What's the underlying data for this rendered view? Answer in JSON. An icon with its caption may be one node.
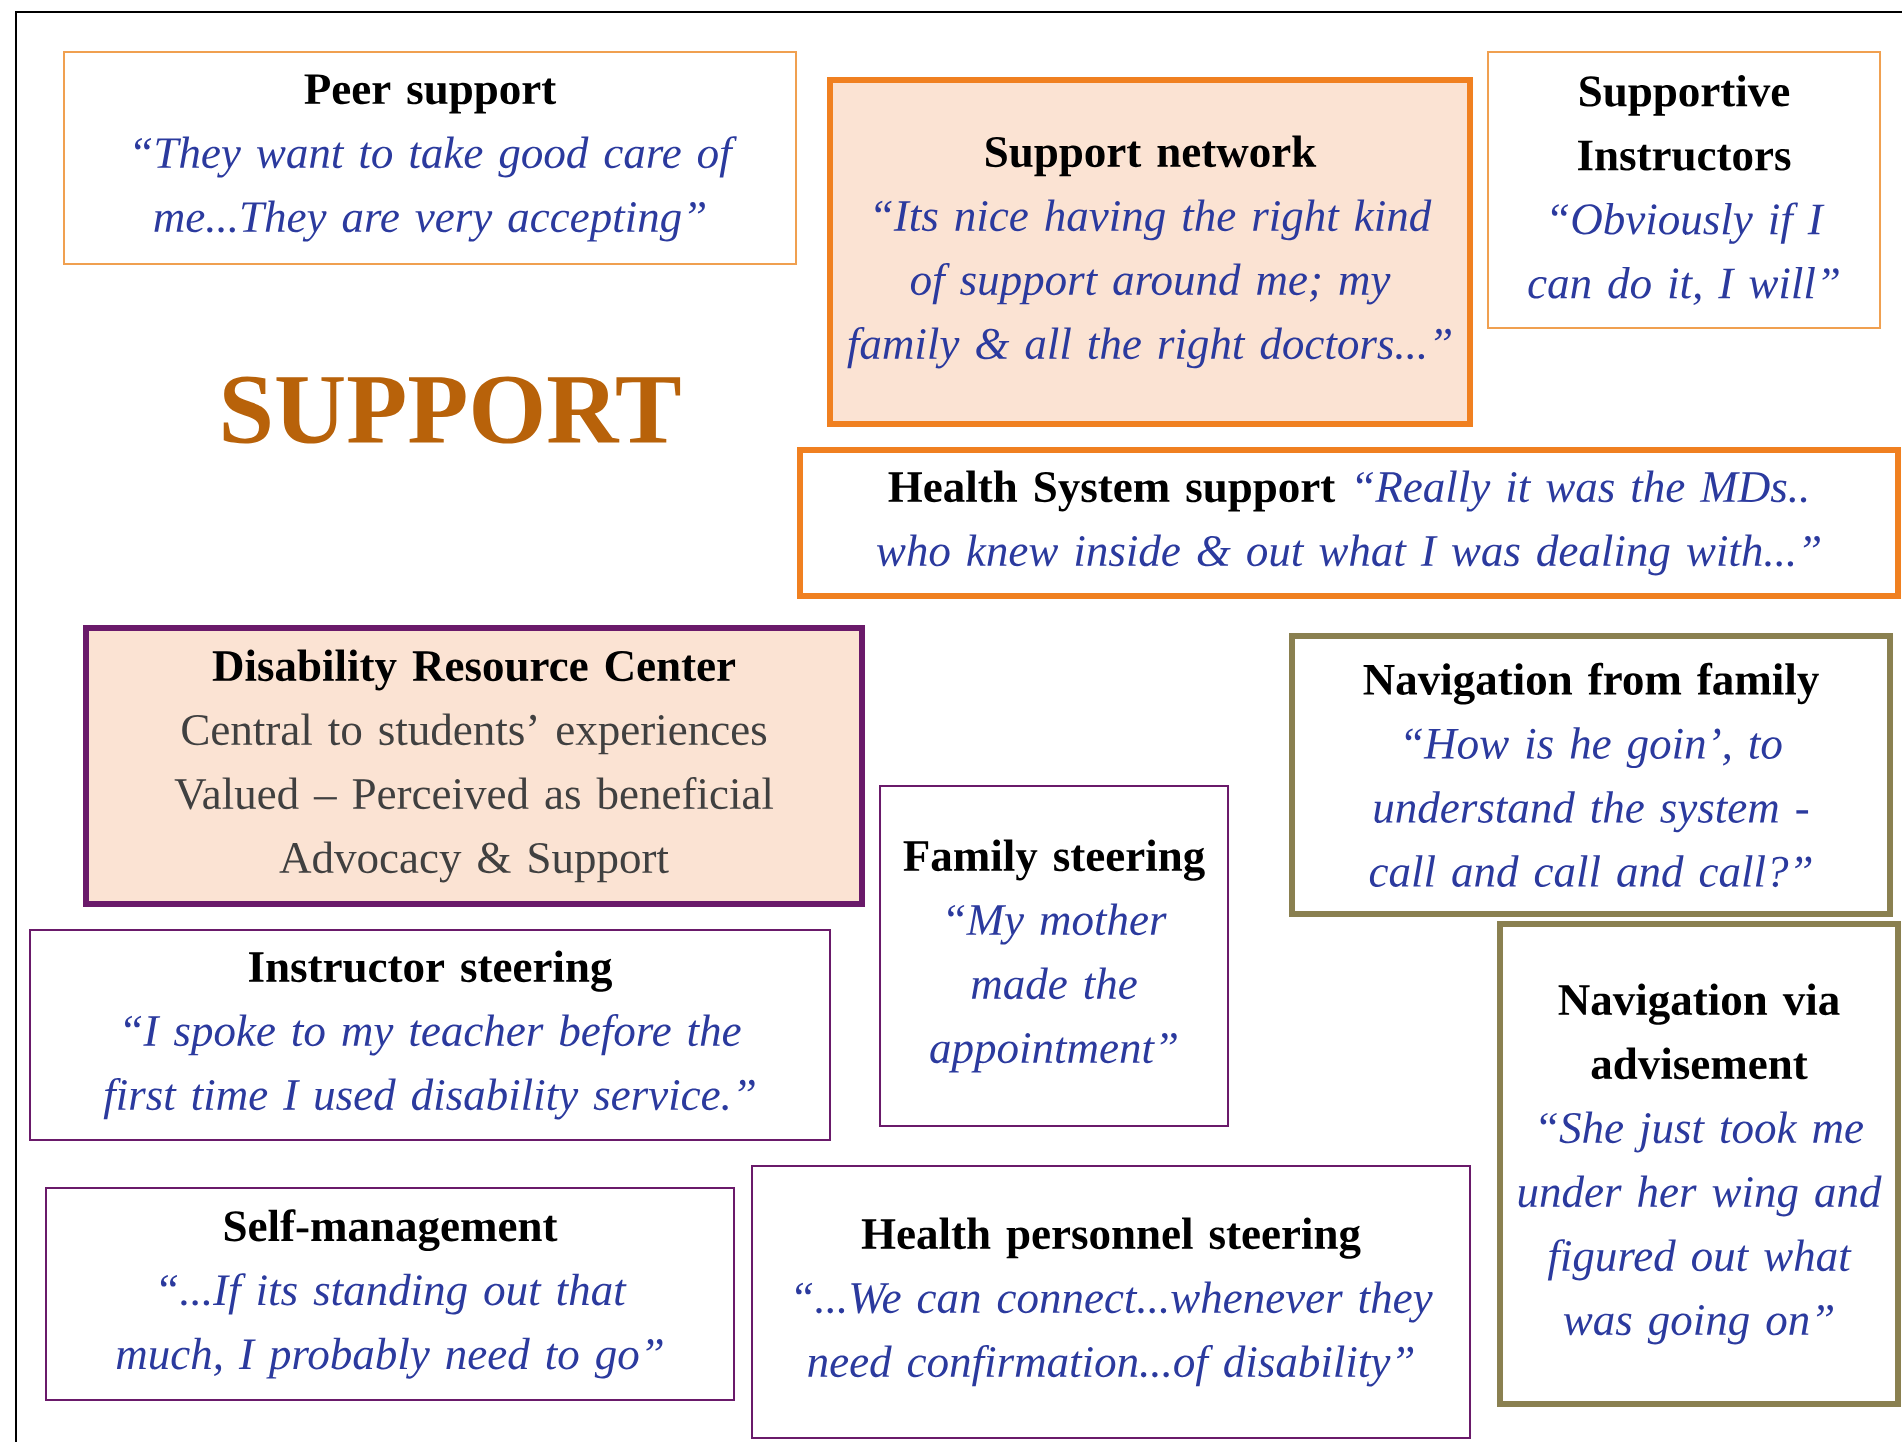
{
  "diagram": {
    "title": "SUPPORT",
    "nodes": [
      {
        "text": [
          "Peer support",
          "“They want to take good care of me...They are very accepting”"
        ]
      },
      {
        "text": [
          "Support network",
          "“Its nice having the right kind of support around me; my family & all the right doctors...”"
        ]
      },
      {
        "text": [
          "Supportive Instructors",
          "“Obviously if I can do it, I will”"
        ]
      },
      {
        "text": [
          "Health System support",
          "“Really it was the MDs.. who knew inside & out what I was dealing with...”"
        ]
      },
      {
        "text": [
          "Disability Resource Center",
          "Central to students’ experiences",
          "Valued – Perceived as beneficial",
          "Advocacy & Support"
        ]
      },
      {
        "text": [
          "Navigation from family",
          "“How is he goin’, to understand the system - call and call and call?”"
        ]
      },
      {
        "text": [
          "Family steering",
          "“My mother made the appointment”"
        ]
      },
      {
        "text": [
          "Instructor steering",
          "“I spoke to my teacher before the first time I used disability service.”"
        ]
      },
      {
        "text": [
          "Navigation via advisement",
          "“She just took me under her wing and figured out what was going on”"
        ]
      },
      {
        "text": [
          "Self-management",
          "“...If its standing out that much, I probably need to go”"
        ]
      },
      {
        "text": [
          "Health personnel steering",
          "“...We can connect...whenever they need confirmation...of disability”"
        ]
      }
    ]
  }
}
